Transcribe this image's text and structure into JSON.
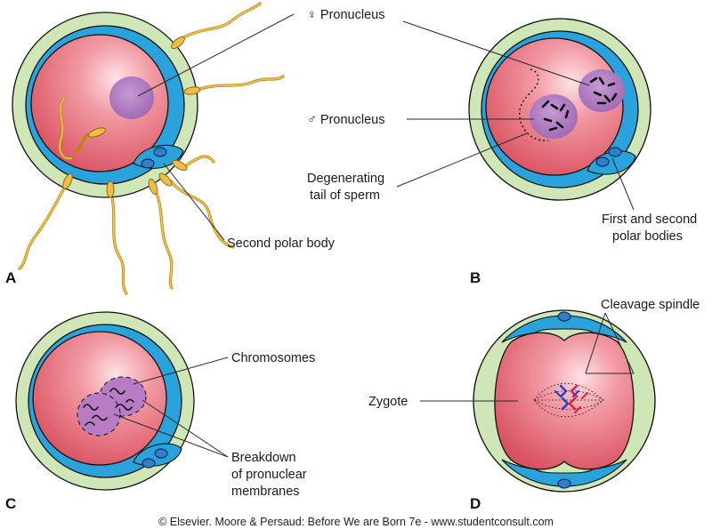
{
  "labels": {
    "female_pronucleus": "♀ Pronucleus",
    "male_pronucleus": "♂ Pronucleus",
    "degenerating_line1": "Degenerating",
    "degenerating_line2": "tail of sperm",
    "second_polar_body": "Second polar body",
    "polar_bodies_line1": "First and second",
    "polar_bodies_line2": "polar bodies",
    "chromosomes": "Chromosomes",
    "breakdown_line1": "Breakdown",
    "breakdown_line2": "of pronuclear",
    "breakdown_line3": "membranes",
    "cleavage_spindle": "Cleavage spindle",
    "zygote": "Zygote"
  },
  "panels": {
    "a": "A",
    "b": "B",
    "c": "C",
    "d": "D"
  },
  "credit": "© Elsevier. Moore & Persaud: Before We are Born 7e - www.studentconsult.com",
  "colors": {
    "zona_pellucida": "#cfe6b7",
    "perivitelline": "#2aa3dc",
    "ooplasm": "#e46f79",
    "pronucleus": "#a870b8",
    "polar_body": "#2f7fc9",
    "sperm": "#f2bd45",
    "spindle_red": "#e0203a",
    "spindle_blue": "#1f3fc7"
  },
  "icons": {
    "female_symbol": "venus-symbol",
    "male_symbol": "mars-symbol"
  }
}
